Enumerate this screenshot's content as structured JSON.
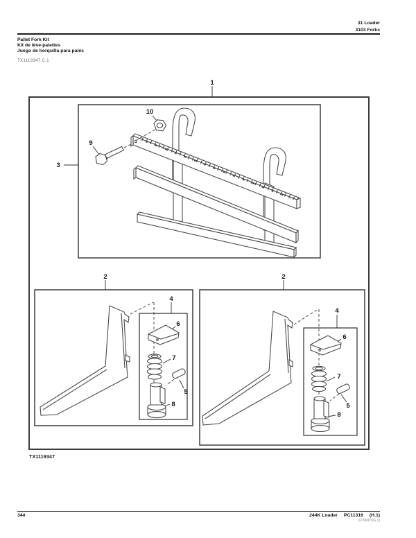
{
  "header": {
    "section": "31 Loader",
    "subsection": "3103 Forks",
    "title_en": "Pallet Fork Kit",
    "title_fr": "Kit de lève-palettes",
    "title_es": "Juego de horquilla para palés",
    "figure_ref": "TX1119347 C.1"
  },
  "diagram": {
    "figure_id": "TX1119347",
    "callouts": {
      "1": "1",
      "2": "2",
      "3": "3",
      "4": "4",
      "5": "5",
      "6": "6",
      "7": "7",
      "8": "8",
      "9": "9",
      "10": "10"
    }
  },
  "footer": {
    "page_number": "344",
    "model": "244K Loader",
    "catalog": "PC11316",
    "revision": "(H.1)",
    "stamp": "ST39087(G.1)"
  },
  "colors": {
    "drawing_line": "#4a4a4a",
    "box_line": "#3c3c3c",
    "text": "#111111",
    "muted_text": "#6e6e6e"
  }
}
